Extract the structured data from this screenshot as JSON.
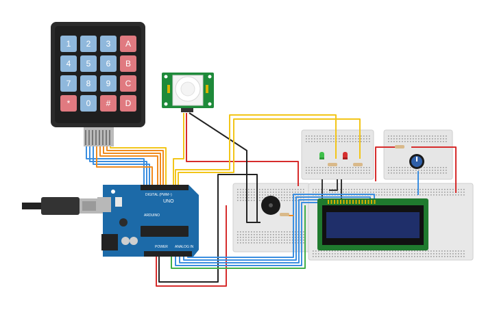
{
  "keypad": {
    "keys": [
      [
        "1",
        "2",
        "3",
        "A"
      ],
      [
        "4",
        "5",
        "6",
        "B"
      ],
      [
        "7",
        "8",
        "9",
        "C"
      ],
      [
        "*",
        "0",
        "#",
        "D"
      ]
    ]
  },
  "arduino": {
    "model": "UNO",
    "brand": "ARDUINO",
    "digital_label": "DIGITAL (PWM~)",
    "power_label": "POWER",
    "analog_label": "ANALOG IN"
  },
  "colors": {
    "keypad_body": "#2b2b2b",
    "key_blue": "#8fb8dc",
    "key_red": "#e07a80",
    "arduino": "#1c6aa8",
    "pir_board": "#1e8a3a",
    "lcd_board": "#1f7a2e",
    "lcd_screen": "#1f2f6a",
    "breadboard": "#e8e8e8",
    "wire_orange": "#f08a1c",
    "wire_yellow": "#f2c518",
    "wire_blue": "#3a8ee0",
    "wire_green": "#3fae48",
    "wire_red": "#d62b2b",
    "wire_black": "#222222"
  }
}
